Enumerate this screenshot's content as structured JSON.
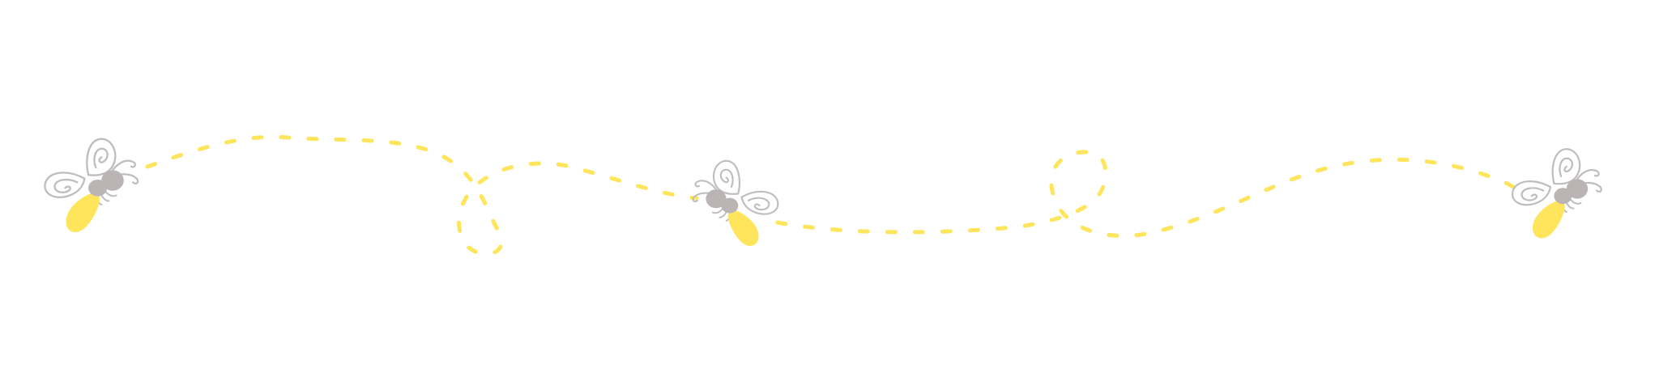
{
  "scene": {
    "background_color": "#ffffff",
    "trail_color": "#fee55c",
    "glow_color": "#fee55c",
    "body_color": "#bab4b5",
    "wing_stroke_color": "#c0bcbd",
    "fireflies": [
      {
        "name": "firefly-left",
        "icon": "firefly-icon"
      },
      {
        "name": "firefly-center",
        "icon": "firefly-icon"
      },
      {
        "name": "firefly-right",
        "icon": "firefly-icon"
      }
    ]
  }
}
